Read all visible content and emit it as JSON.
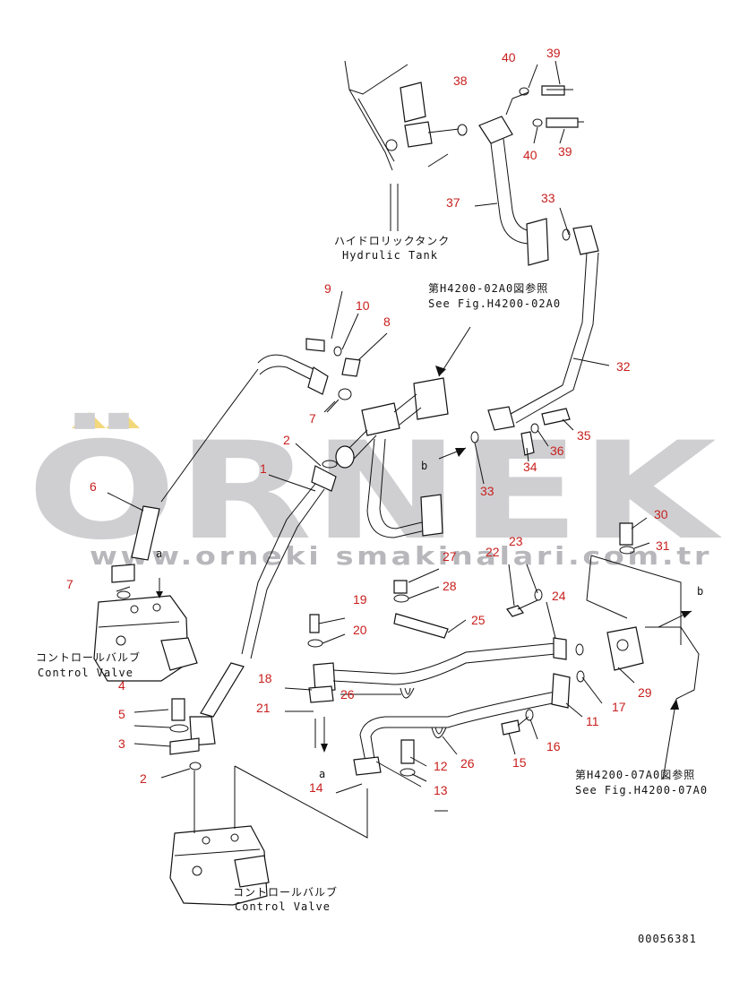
{
  "watermark": {
    "logo_text": "ÖRNEK",
    "url": "www.orneki smakinalari.com.tr"
  },
  "captions": {
    "hydraulic_tank_jp": "ハイドロリックタンク",
    "hydraulic_tank_en": "Hydrulic Tank",
    "see_fig_02_jp": "第H4200-02A0図参照",
    "see_fig_02_en": "See Fig.H4200-02A0",
    "see_fig_07_jp": "第H4200-07A0図参照",
    "see_fig_07_en": "See Fig.H4200-07A0",
    "control_valve_jp": "コントロールバルブ",
    "control_valve_en": "Control Valve",
    "control_valve2_jp": "コントロールバルブ",
    "control_valve2_en": "Control Valve",
    "ref_a_top": "a",
    "ref_a_bottom": "a",
    "ref_b_left": "b",
    "ref_b_right": "b",
    "drawing_number": "00056381"
  },
  "part_labels": [
    "40",
    "39",
    "38",
    "40",
    "39",
    "37",
    "33",
    "9",
    "10",
    "8",
    "7",
    "32",
    "35",
    "36",
    "34",
    "33",
    "2",
    "1",
    "6",
    "30",
    "31",
    "23",
    "22",
    "27",
    "28",
    "24",
    "25",
    "7",
    "19",
    "20",
    "29",
    "17",
    "4",
    "18",
    "26",
    "5",
    "21",
    "11",
    "16",
    "3",
    "26",
    "12",
    "15",
    "2",
    "14",
    "13"
  ]
}
